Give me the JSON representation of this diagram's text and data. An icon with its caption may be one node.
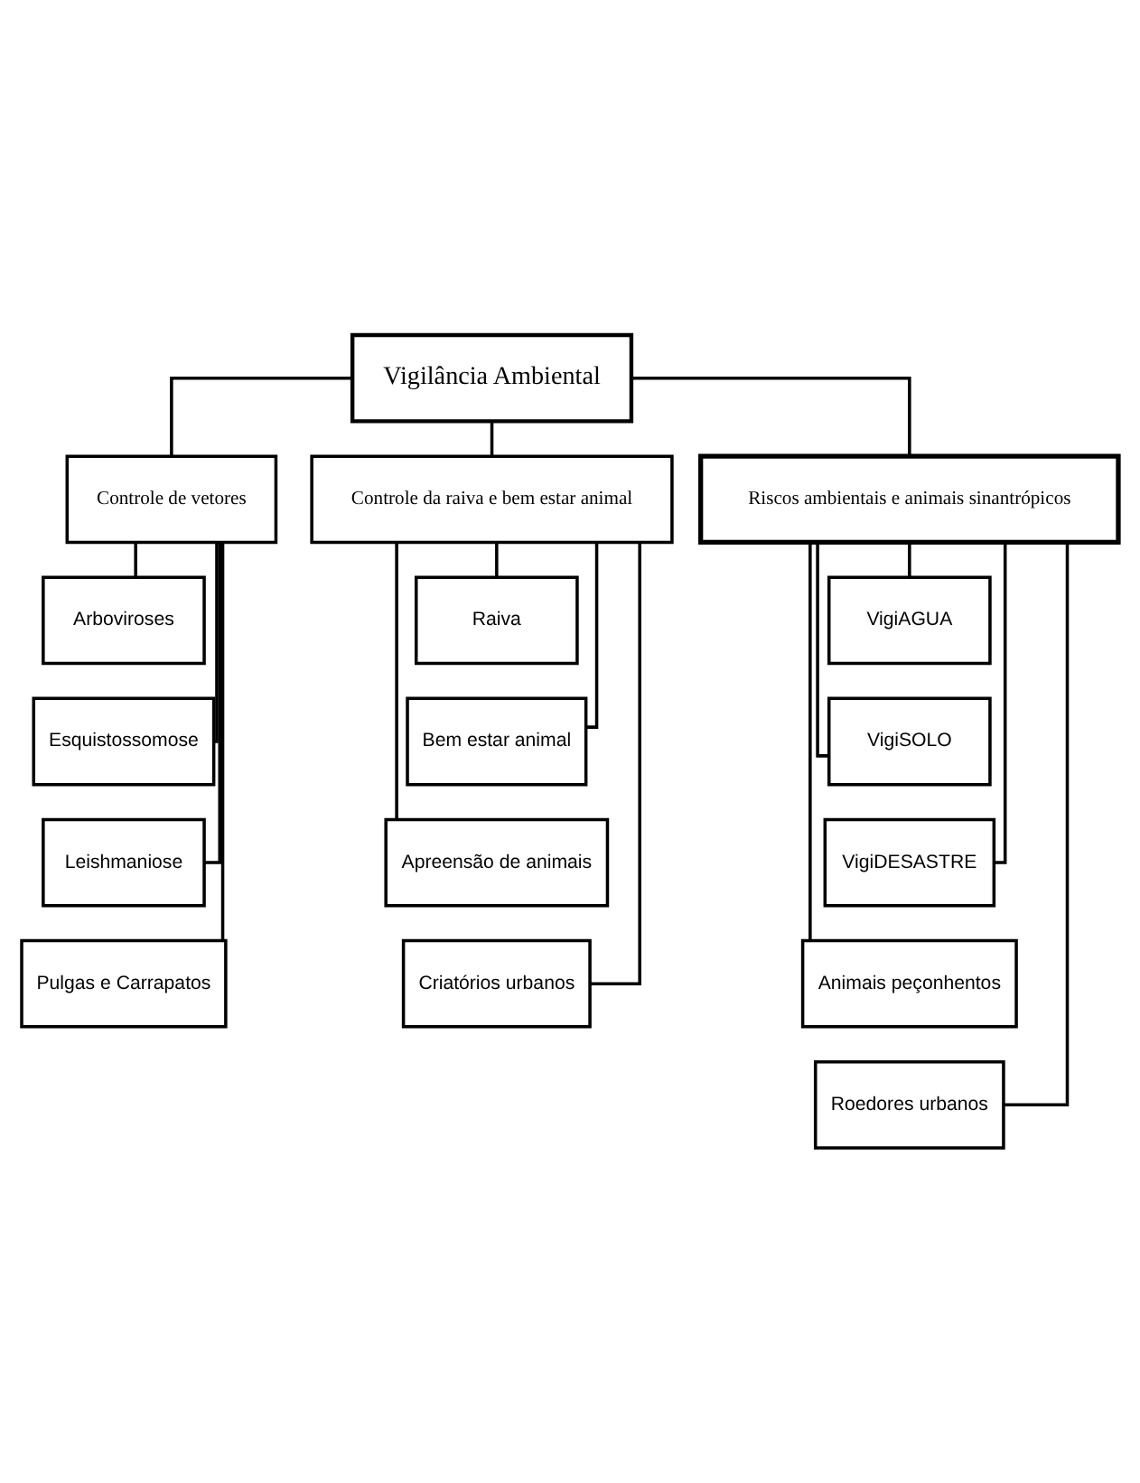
{
  "diagram": {
    "nodes": [
      {
        "text": [
          "Vigilância Ambiental"
        ]
      },
      {
        "text": [
          "Controle de vetores"
        ]
      },
      {
        "text": [
          "Controle da raiva e bem estar animal"
        ]
      },
      {
        "text": [
          "Riscos ambientais e animais sinantrópicos"
        ]
      },
      {
        "text": [
          "Arboviroses"
        ]
      },
      {
        "text": [
          "Esquistossomose"
        ]
      },
      {
        "text": [
          "Leishmaniose"
        ]
      },
      {
        "text": [
          "Pulgas e Carrapatos"
        ]
      },
      {
        "text": [
          "Raiva"
        ]
      },
      {
        "text": [
          "Bem estar animal"
        ]
      },
      {
        "text": [
          "Apreensão de animais"
        ]
      },
      {
        "text": [
          "Criatórios urbanos"
        ]
      },
      {
        "text": [
          "VigiAGUA"
        ]
      },
      {
        "text": [
          "VigiSOLO"
        ]
      },
      {
        "text": [
          "VigiDESASTRE"
        ]
      },
      {
        "text": [
          "Animais peçonhentos"
        ]
      },
      {
        "text": [
          "Roedores urbanos"
        ]
      }
    ],
    "edges": [
      {
        "from": 0,
        "to": 1,
        "arrow": "none"
      },
      {
        "from": 0,
        "to": 2,
        "arrow": "none"
      },
      {
        "from": 0,
        "to": 3,
        "arrow": "none"
      },
      {
        "from": 1,
        "to": 4,
        "arrow": "none"
      },
      {
        "from": 1,
        "to": 5,
        "arrow": "none"
      },
      {
        "from": 1,
        "to": 6,
        "arrow": "none"
      },
      {
        "from": 1,
        "to": 7,
        "arrow": "none"
      },
      {
        "from": 2,
        "to": 8,
        "arrow": "none"
      },
      {
        "from": 2,
        "to": 9,
        "arrow": "none"
      },
      {
        "from": 2,
        "to": 10,
        "arrow": "none"
      },
      {
        "from": 2,
        "to": 11,
        "arrow": "none"
      },
      {
        "from": 3,
        "to": 12,
        "arrow": "none"
      },
      {
        "from": 3,
        "to": 13,
        "arrow": "none"
      },
      {
        "from": 3,
        "to": 14,
        "arrow": "none"
      },
      {
        "from": 3,
        "to": 15,
        "arrow": "none"
      },
      {
        "from": 3,
        "to": 16,
        "arrow": "none"
      }
    ]
  }
}
